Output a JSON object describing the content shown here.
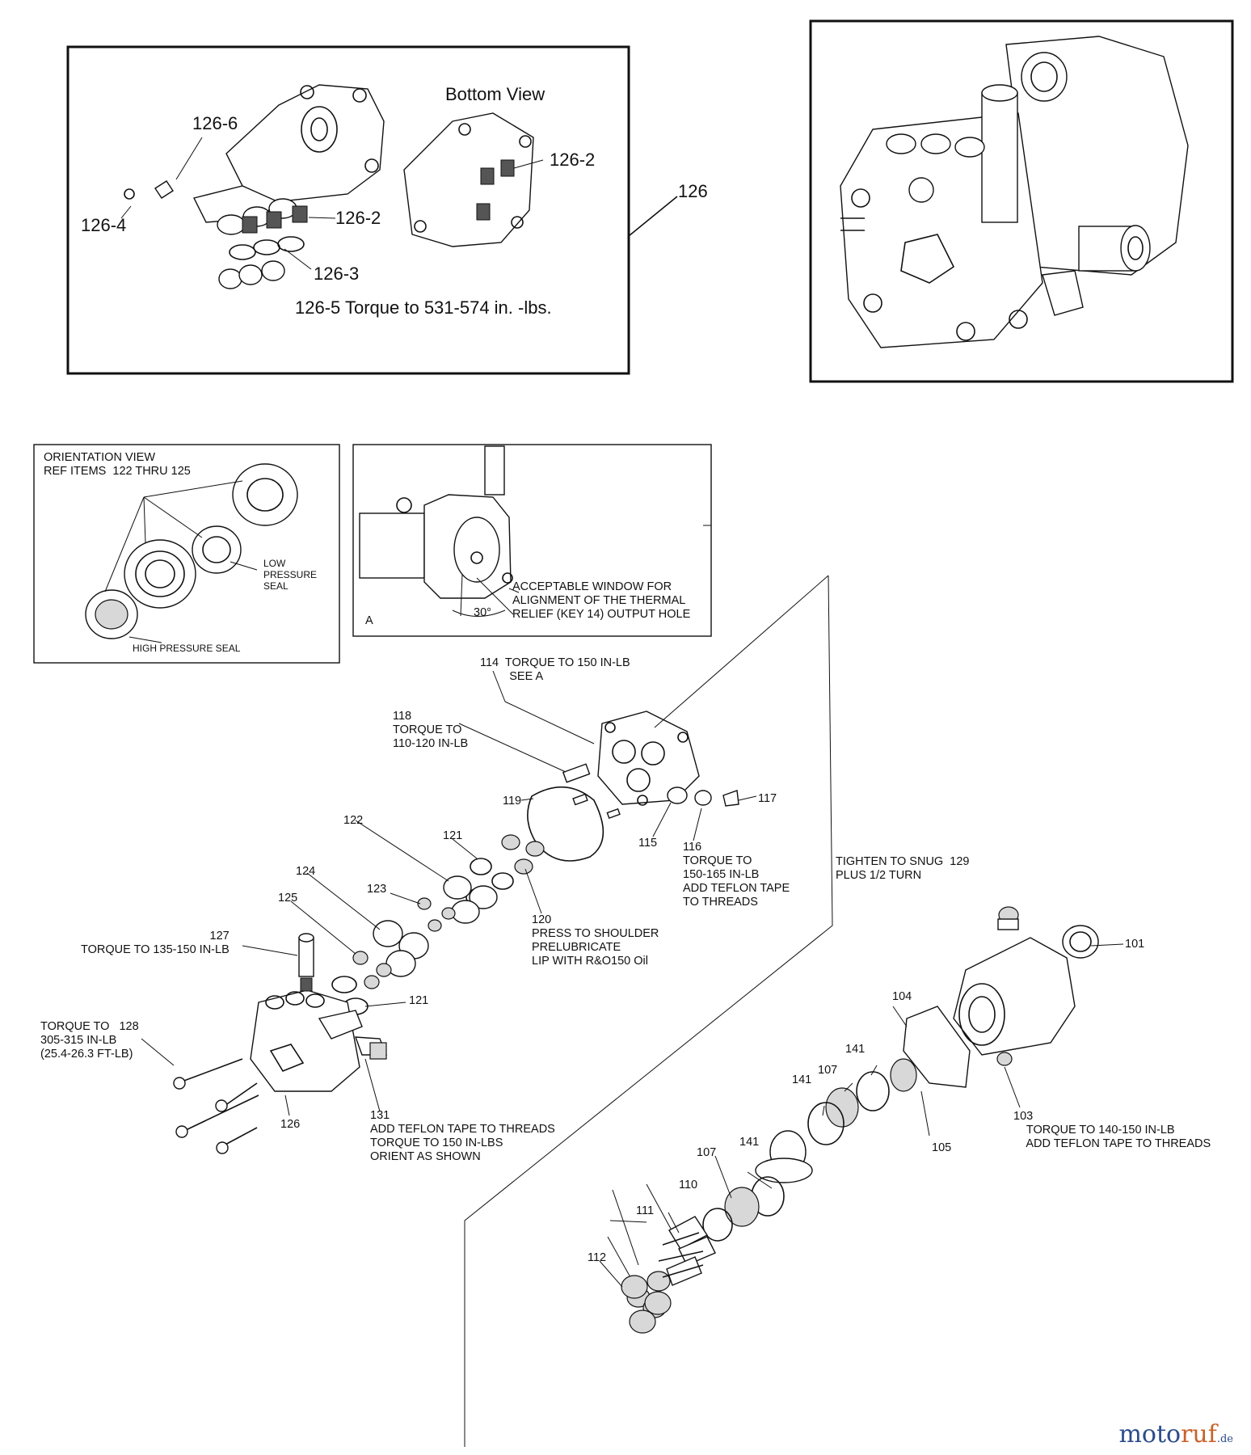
{
  "inset_top_left": {
    "bottom_view": "Bottom View",
    "l_126_6": "126-6",
    "l_126_4": "126-4",
    "l_126_2a": "126-2",
    "l_126_2b": "126-2",
    "l_126_3": "126-3",
    "l_126_5": "126-5 Torque to 531-574 in. -lbs."
  },
  "callout_126": "126",
  "orientation": {
    "title": "ORIENTATION VIEW\nREF ITEMS  122 THRU 125",
    "low": "LOW\nPRESSURE\nSEAL",
    "high": "HIGH PRESSURE SEAL"
  },
  "view_a": {
    "note": "ACCEPTABLE WINDOW FOR\nALIGNMENT OF THE THERMAL\nRELIEF (KEY 14) OUTPUT HOLE",
    "angle": "30°",
    "letter": "A"
  },
  "parts": {
    "p114": "114  TORQUE TO 150 IN-LB\n         SEE A",
    "p118": "118\nTORQUE TO\n110-120 IN-LB",
    "p117": "117",
    "p119": "119",
    "p115": "115",
    "p116": "116\nTORQUE TO\n150-165 IN-LB\nADD TEFLON TAPE\nTO THREADS",
    "p122": "122",
    "p121a": "121",
    "p120": "120\nPRESS TO SHOULDER\nPRELUBRICATE\nLIP WITH R&O150 Oil",
    "p124": "124",
    "p123": "123",
    "p125": "125",
    "p127": "127\nTORQUE TO 135-150 IN-LB",
    "p121b": "121",
    "p128": "TORQUE TO   128\n305-315 IN-LB\n(25.4-26.3 FT-LB)",
    "p126": "126",
    "p131": "131\nADD TEFLON TAPE TO THREADS\nTORQUE TO 150 IN-LBS\nORIENT AS SHOWN",
    "p129": "TIGHTEN TO SNUG  129\nPLUS 1/2 TURN",
    "p101": "101",
    "p104": "104",
    "p141a": "141",
    "p141b": "141",
    "p107a": "107",
    "p105": "105",
    "p103": "103\n    TORQUE TO 140-150 IN-LB\n    ADD TEFLON TAPE TO THREADS",
    "p141c": "141",
    "p107b": "107",
    "p110": "110",
    "p111": "111",
    "p112": "112"
  },
  "watermark": {
    "a": "moto",
    "b": "ruf",
    "c": ".de"
  }
}
